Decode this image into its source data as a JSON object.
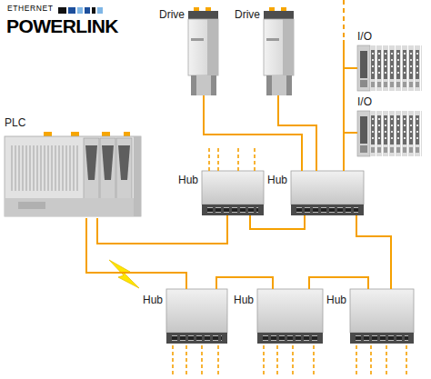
{
  "diagram": {
    "nodes": [
      {
        "text": [
          "Drive"
        ]
      },
      {
        "text": [
          "Drive"
        ]
      },
      {
        "text": [
          "I/O"
        ]
      },
      {
        "text": [
          "I/O"
        ]
      },
      {
        "text": [
          "PLC"
        ]
      },
      {
        "text": [
          "Hub"
        ]
      },
      {
        "text": [
          "Hub"
        ]
      },
      {
        "text": [
          "Hub"
        ]
      },
      {
        "text": [
          "Hub"
        ]
      },
      {
        "text": [
          "Hub"
        ]
      }
    ],
    "edges": [
      {
        "from": 4,
        "to": 5,
        "arrow": "none"
      },
      {
        "from": 4,
        "to": 7,
        "arrow": "none"
      },
      {
        "from": 0,
        "to": 6,
        "arrow": "none"
      },
      {
        "from": 1,
        "to": 6,
        "arrow": "none"
      },
      {
        "from": 6,
        "to": 2,
        "arrow": "none"
      },
      {
        "from": 6,
        "to": 3,
        "arrow": "none"
      },
      {
        "from": 5,
        "to": 6,
        "arrow": "none"
      },
      {
        "from": 6,
        "to": 9,
        "arrow": "none"
      },
      {
        "from": 7,
        "to": 8,
        "arrow": "none"
      },
      {
        "from": 8,
        "to": 9,
        "arrow": "none"
      }
    ],
    "labels": [
      "ETHERNET",
      "POWERLINK"
    ]
  }
}
